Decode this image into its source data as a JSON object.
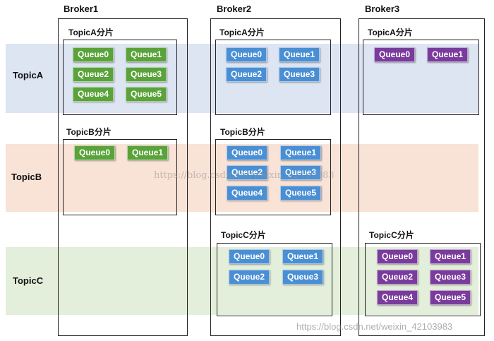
{
  "topics": [
    "TopicA",
    "TopicB",
    "TopicC"
  ],
  "brokers": [
    {
      "title": "Broker1",
      "partitions": [
        {
          "title": "TopicA分片",
          "queues": [
            "Queue0",
            "Queue1",
            "Queue2",
            "Queue3",
            "Queue4",
            "Queue5"
          ],
          "color": "#5aa33a"
        },
        {
          "title": "TopicB分片",
          "queues": [
            "Queue0",
            "Queue1"
          ],
          "color": "#5aa33a"
        }
      ]
    },
    {
      "title": "Broker2",
      "partitions": [
        {
          "title": "TopicA分片",
          "queues": [
            "Queue0",
            "Queue1",
            "Queue2",
            "Queue3"
          ],
          "color": "#4a8fd4"
        },
        {
          "title": "TopicB分片",
          "queues": [
            "Queue0",
            "Queue1",
            "Queue2",
            "Queue3",
            "Queue4",
            "Queue5"
          ],
          "color": "#4a8fd4"
        },
        {
          "title": "TopicC分片",
          "queues": [
            "Queue0",
            "Queue1",
            "Queue2",
            "Queue3"
          ],
          "color": "#4a8fd4"
        }
      ]
    },
    {
      "title": "Broker3",
      "partitions": [
        {
          "title": "TopicA分片",
          "queues": [
            "Queue0",
            "Queue1"
          ],
          "color": "#7a3c9c"
        },
        {
          "title": "TopicC分片",
          "queues": [
            "Queue0",
            "Queue1",
            "Queue2",
            "Queue3",
            "Queue4",
            "Queue5"
          ],
          "color": "#7a3c9c"
        }
      ]
    }
  ],
  "band_colors": {
    "topic_a": "#dde4f2",
    "topic_b": "#f9e2d6",
    "topic_c": "#e3eedb"
  },
  "watermark_center": "https://blog.csdn.net/weixin_42103983",
  "watermark_bottom": "https://blog.csdn.net/weixin_42103983"
}
